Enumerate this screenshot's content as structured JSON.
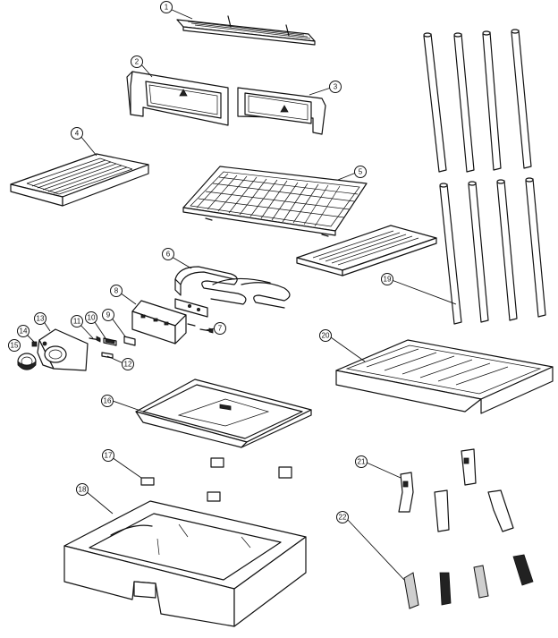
{
  "diagram": {
    "callouts": [
      {
        "id": "c1",
        "label": "1"
      },
      {
        "id": "c2",
        "label": "2"
      },
      {
        "id": "c3",
        "label": "3"
      },
      {
        "id": "c4",
        "label": "4"
      },
      {
        "id": "c5",
        "label": "5"
      },
      {
        "id": "c6",
        "label": "6"
      },
      {
        "id": "c7",
        "label": "7"
      },
      {
        "id": "c8",
        "label": "8"
      },
      {
        "id": "c9",
        "label": "9"
      },
      {
        "id": "c10",
        "label": "10"
      },
      {
        "id": "c11",
        "label": "11"
      },
      {
        "id": "c12",
        "label": "12"
      },
      {
        "id": "c13",
        "label": "13"
      },
      {
        "id": "c14",
        "label": "14"
      },
      {
        "id": "c15",
        "label": "15"
      },
      {
        "id": "c16",
        "label": "16"
      },
      {
        "id": "c17",
        "label": "17"
      },
      {
        "id": "c18",
        "label": "18"
      },
      {
        "id": "c19",
        "label": "19"
      },
      {
        "id": "c20",
        "label": "20"
      },
      {
        "id": "c21",
        "label": "21"
      },
      {
        "id": "c22",
        "label": "22"
      }
    ]
  }
}
